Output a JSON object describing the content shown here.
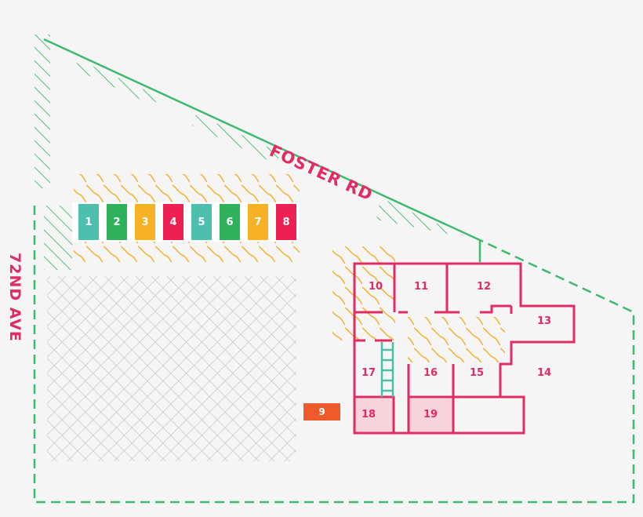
{
  "colors": {
    "background": "#f5f5f5",
    "property_line": "#3dba6b",
    "building": "#e02b63",
    "hatch_orange": "#f5b335",
    "crosshatch": "#c9c9c9",
    "stair": "#4bbfa9",
    "room_shaded": "#f7d3dc",
    "street_label": "#e02b63"
  },
  "streets": {
    "top": "FOSTER RD",
    "left": "72ND AVE"
  },
  "parking": {
    "stalls": [
      {
        "label": "1",
        "color": "#4cbfad"
      },
      {
        "label": "2",
        "color": "#2fb15b"
      },
      {
        "label": "3",
        "color": "#f7b125"
      },
      {
        "label": "4",
        "color": "#ec2152"
      },
      {
        "label": "5",
        "color": "#4cbfad"
      },
      {
        "label": "6",
        "color": "#2fb15b"
      },
      {
        "label": "7",
        "color": "#f7b125"
      },
      {
        "label": "8",
        "color": "#ec2152"
      }
    ]
  },
  "unit9": {
    "label": "9",
    "color": "#ef5a2d"
  },
  "rooms": [
    {
      "label": "10"
    },
    {
      "label": "11"
    },
    {
      "label": "12"
    },
    {
      "label": "13"
    },
    {
      "label": "14"
    },
    {
      "label": "15"
    },
    {
      "label": "16"
    },
    {
      "label": "17"
    },
    {
      "label": "18"
    },
    {
      "label": "19"
    }
  ]
}
